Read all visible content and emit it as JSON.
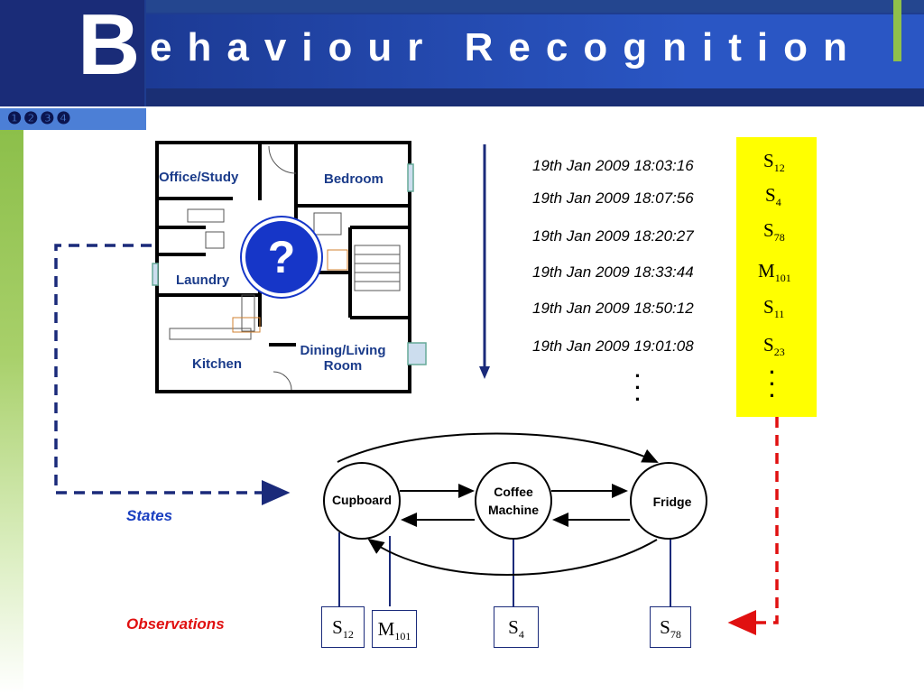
{
  "header": {
    "big_letter": "B",
    "title": "ehaviour Recognition",
    "slide_numbers": "❶❷❸❹"
  },
  "floor_plan": {
    "rooms": {
      "office": "Office/Study",
      "bedroom": "Bedroom",
      "laundry": "Laundry",
      "kitchen": "Kitchen",
      "dining_line1": "Dining/Living",
      "dining_line2": "Room"
    },
    "question_mark": "?"
  },
  "events": [
    {
      "timestamp": "19th Jan 2009  18:03:16",
      "sym": "S",
      "sub": "12"
    },
    {
      "timestamp": "19th Jan 2009  18:07:56",
      "sym": "S",
      "sub": "4"
    },
    {
      "timestamp": "19th Jan 2009  18:20:27",
      "sym": "S",
      "sub": "78"
    },
    {
      "timestamp": "19th Jan 2009  18:33:44",
      "sym": "M",
      "sub": "101"
    },
    {
      "timestamp": "19th Jan 2009  18:50:12",
      "sym": "S",
      "sub": "11"
    },
    {
      "timestamp": "19th Jan 2009  19:01:08",
      "sym": "S",
      "sub": "23"
    }
  ],
  "ellipsis": ". . .",
  "states": {
    "label": "States",
    "cupboard": "Cupboard",
    "coffee_line1": "Coffee",
    "coffee_line2": "Machine",
    "fridge": "Fridge"
  },
  "observations": {
    "label": "Observations",
    "items": [
      {
        "sym": "S",
        "sub": "12"
      },
      {
        "sym": "M",
        "sub": "101"
      },
      {
        "sym": "S",
        "sub": "4"
      },
      {
        "sym": "S",
        "sub": "78"
      }
    ]
  },
  "colors": {
    "header_blue": "#1f3d8f",
    "accent_green": "#8cbf4a",
    "highlight_yellow": "#ffff00",
    "states_blue": "#1a3fc0",
    "observations_red": "#e01010"
  }
}
